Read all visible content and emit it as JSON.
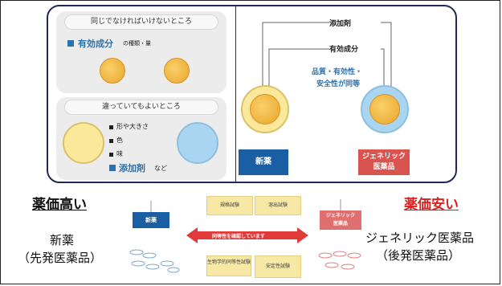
{
  "panel": {
    "same_card": {
      "header": "同じでなければいけないところ",
      "active_label": "有効成分",
      "active_suffix": "の種類・量"
    },
    "diff_card": {
      "header": "違っていてもよいところ",
      "items": [
        "形や大きさ",
        "色",
        "味"
      ],
      "additive_label": "添加剤",
      "additive_suffix": "など"
    },
    "right": {
      "additive": "添加剤",
      "active": "有効成分",
      "equiv_line1": "品質・有効性・",
      "equiv_line2": "安全性が同等",
      "new_drug_box": "新薬",
      "generic_box_line1": "ジェネリック",
      "generic_box_line2": "医薬品"
    }
  },
  "bottom": {
    "price_high": "薬価高い",
    "price_low": "薬価安い",
    "new_drug": "新薬",
    "new_drug_sub": "（先発医薬品）",
    "generic": "ジェネリック医薬品",
    "generic_sub": "（後発医薬品）",
    "flow_new": "新薬",
    "flow_generic_line1": "ジェネリック",
    "flow_generic_line2": "医薬品",
    "arrow_text": "同等性を確認しています",
    "tests": [
      "規格試験",
      "溶出試験",
      "生物学的同等性試験",
      "安定性試験"
    ]
  },
  "colors": {
    "navy": "#1e2a55",
    "blue": "#1a5ea3",
    "red": "#d9534f",
    "price_red": "#d9221f",
    "orange": "#e8a52a",
    "yellow": "#fbe89a",
    "light_blue": "#aad5f0"
  }
}
